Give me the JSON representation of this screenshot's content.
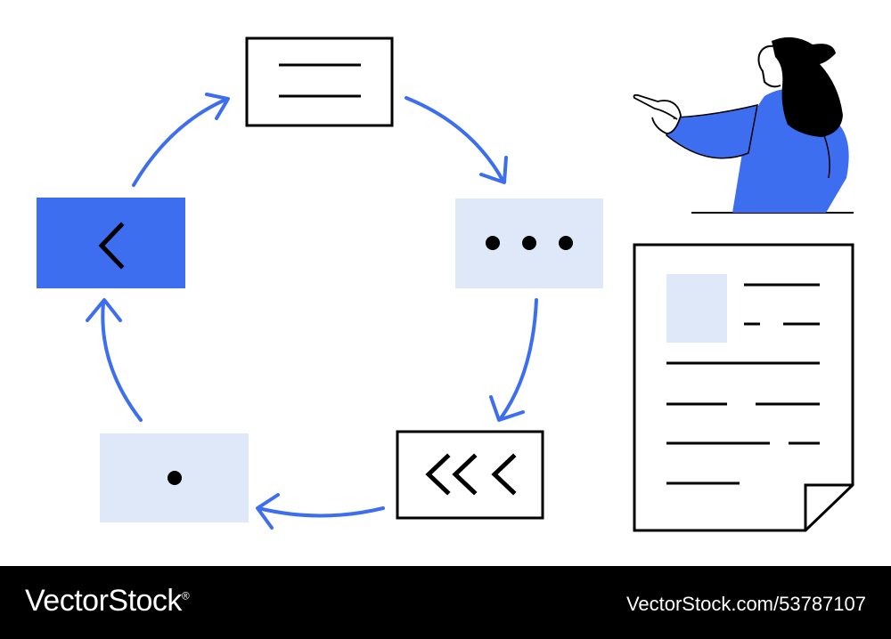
{
  "watermark": {
    "brand": "VectorStock",
    "registered_mark": "®",
    "image_id": "VectorStock.com/53787107"
  },
  "colors": {
    "accent_blue": "#3d6ef0",
    "light_blue": "#dfe8f8",
    "ink": "#000000",
    "background": "#ffffff"
  },
  "cycle": {
    "nodes": [
      {
        "name": "lines-card",
        "icon": "text-lines-icon"
      },
      {
        "name": "dots-card",
        "icon": "ellipsis-icon"
      },
      {
        "name": "chevrons-card",
        "icon": "triple-chevron-left-icon"
      },
      {
        "name": "dot-card",
        "icon": "dot-icon"
      },
      {
        "name": "back-card",
        "icon": "chevron-left-icon"
      }
    ],
    "arrow_direction": "clockwise"
  },
  "figure": {
    "description_icon": "pointing-woman-icon"
  },
  "document": {
    "icon": "document-page-icon"
  }
}
